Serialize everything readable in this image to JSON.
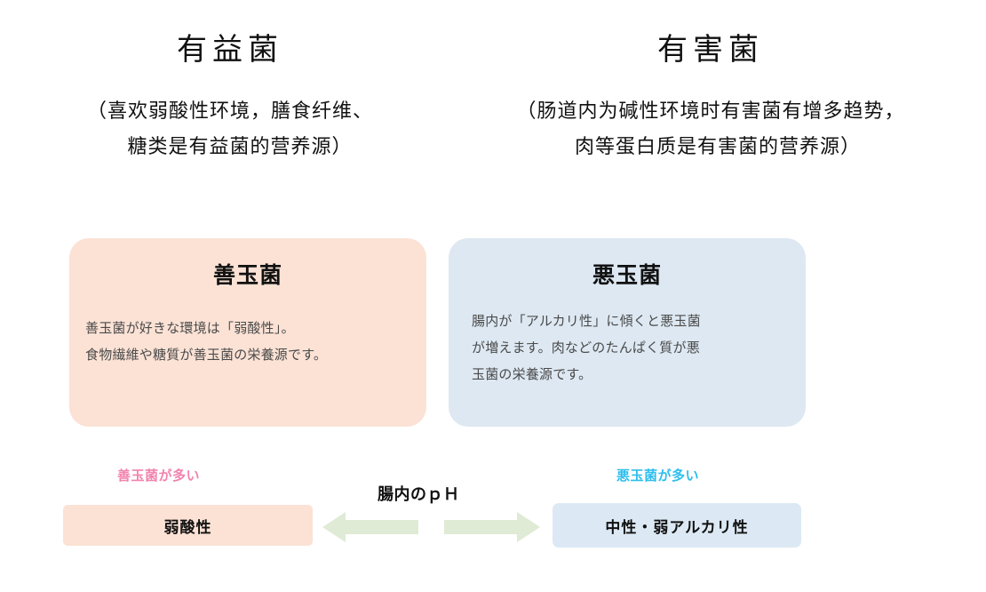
{
  "page": {
    "background": "#ffffff"
  },
  "headings": {
    "left": {
      "title": "有益菌",
      "sub_line1": "（喜欢弱酸性环境，膳食纤维、",
      "sub_line2": "糖类是有益菌的营养源）"
    },
    "right": {
      "title": "有害菌",
      "sub_line1": "（肠道内为碱性环境时有害菌有增多趋势，",
      "sub_line2": "肉等蛋白质是有害菌的营养源）"
    }
  },
  "cards": {
    "good": {
      "title": "善玉菌",
      "body_line1": "善玉菌が好きな環境は「弱酸性」。",
      "body_line2": "食物繊維や糖質が善玉菌の栄養源です。",
      "background": "#fbe2d5"
    },
    "bad": {
      "title": "悪玉菌",
      "body_line1": "腸内が「アルカリ性」に傾くと悪玉菌",
      "body_line2": "が増えます。肉などのたんぱく質が悪",
      "body_line3": "玉菌の栄養源です。",
      "background": "#dde8f2"
    }
  },
  "ph_scale": {
    "center_label": "腸内のｐＨ",
    "left": {
      "label": "善玉菌が多い",
      "label_color": "#f283ad",
      "bar_text": "弱酸性",
      "bar_background": "#fbe2d5",
      "arrow_direction": "left",
      "arrow_color": "#dfebd5"
    },
    "right": {
      "label": "悪玉菌が多い",
      "label_color": "#2ebeee",
      "bar_text": "中性・弱アルカリ性",
      "bar_background": "#dce9f4",
      "arrow_direction": "right",
      "arrow_color": "#dfebd5"
    }
  }
}
